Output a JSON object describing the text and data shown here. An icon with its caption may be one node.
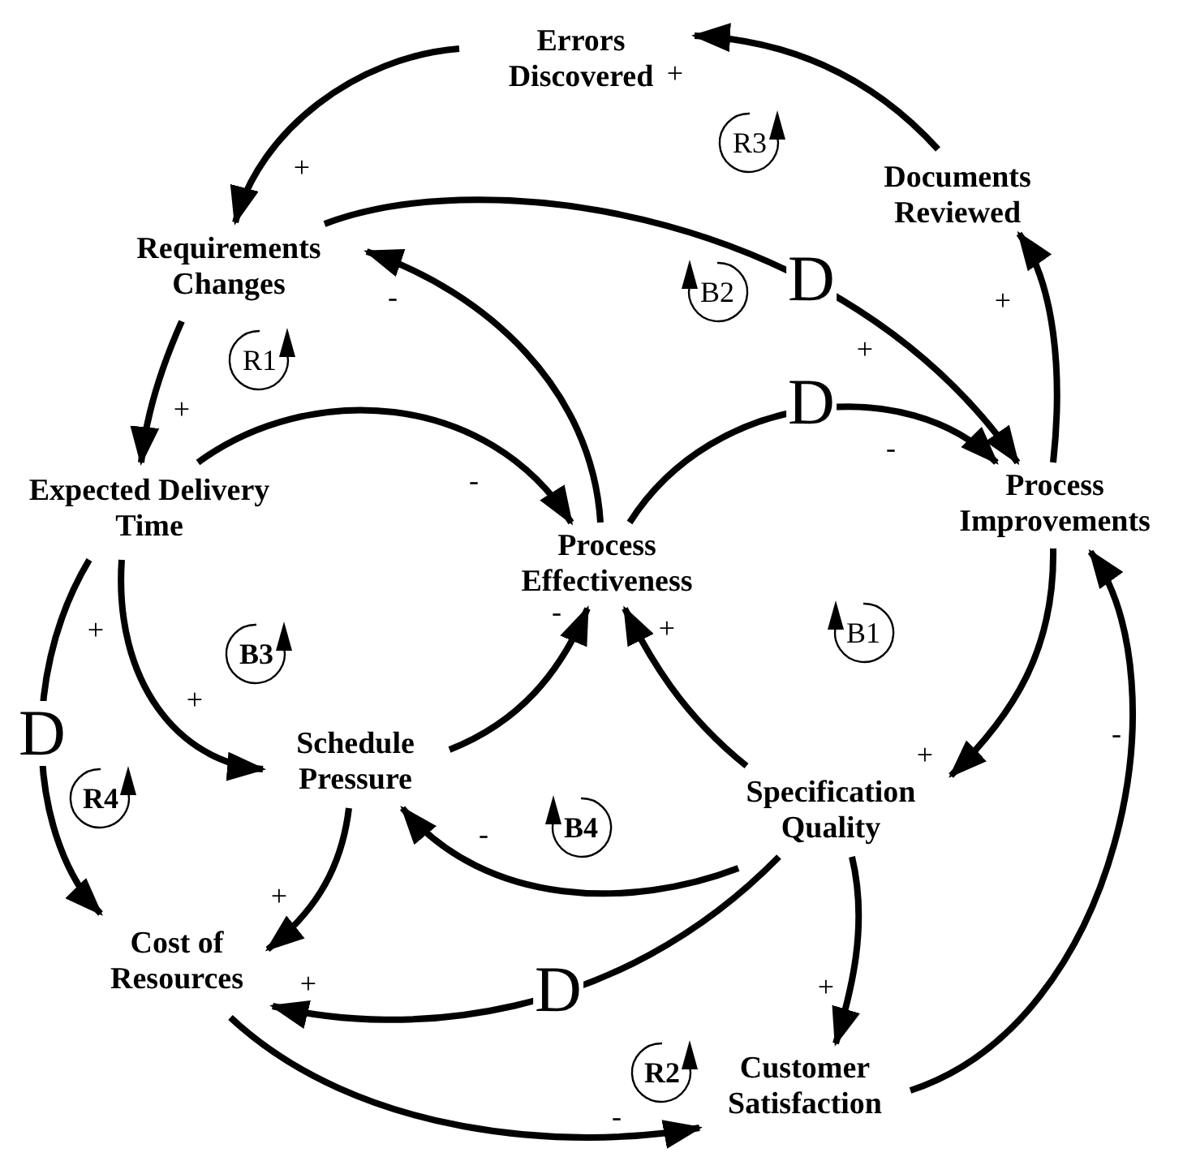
{
  "diagram": {
    "nodes": [
      {
        "text": [
          "Errors Discovered"
        ]
      },
      {
        "text": [
          "Documents Reviewed"
        ]
      },
      {
        "text": [
          "Requirements Changes"
        ]
      },
      {
        "text": [
          "Expected Delivery Time"
        ]
      },
      {
        "text": [
          "Process Effectiveness"
        ]
      },
      {
        "text": [
          "Process Improvements"
        ]
      },
      {
        "text": [
          "Schedule Pressure"
        ]
      },
      {
        "text": [
          "Specification Quality"
        ]
      },
      {
        "text": [
          "Cost of Resources"
        ]
      },
      {
        "text": [
          "Customer Satisfaction"
        ]
      }
    ],
    "edges": [
      {
        "from": 0,
        "to": 2,
        "arrow": "to",
        "label": "+"
      },
      {
        "from": 1,
        "to": 0,
        "arrow": "to",
        "label": "+"
      },
      {
        "from": 2,
        "to": 5,
        "arrow": "to",
        "label": "+"
      },
      {
        "from": 4,
        "to": 2,
        "arrow": "to",
        "label": "-"
      },
      {
        "from": 2,
        "to": 3,
        "arrow": "to",
        "label": "+"
      },
      {
        "from": 3,
        "to": 4,
        "arrow": "to",
        "label": "-"
      },
      {
        "from": 4,
        "to": 5,
        "arrow": "to",
        "label": "-"
      },
      {
        "from": 5,
        "to": 1,
        "arrow": "to",
        "label": "+"
      },
      {
        "from": 5,
        "to": 7,
        "arrow": "to",
        "label": "+"
      },
      {
        "from": 6,
        "to": 4,
        "arrow": "to",
        "label": "-"
      },
      {
        "from": 7,
        "to": 4,
        "arrow": "to",
        "label": "+"
      },
      {
        "from": 3,
        "to": 6,
        "arrow": "to",
        "label": "+"
      },
      {
        "from": 3,
        "to": 8,
        "arrow": "to",
        "label": "+"
      },
      {
        "from": 7,
        "to": 6,
        "arrow": "to",
        "label": "-"
      },
      {
        "from": 6,
        "to": 8,
        "arrow": "to",
        "label": "+"
      },
      {
        "from": 7,
        "to": 8,
        "arrow": "to",
        "label": "+"
      },
      {
        "from": 7,
        "to": 9,
        "arrow": "to",
        "label": "+"
      },
      {
        "from": 8,
        "to": 9,
        "arrow": "to",
        "label": "-"
      },
      {
        "from": 9,
        "to": 5,
        "arrow": "to",
        "label": "-"
      }
    ],
    "labels": [
      "R3",
      "D",
      "B2",
      "R1",
      "D",
      "B1",
      "B3",
      "D",
      "R4",
      "B4",
      "D",
      "R2"
    ]
  }
}
